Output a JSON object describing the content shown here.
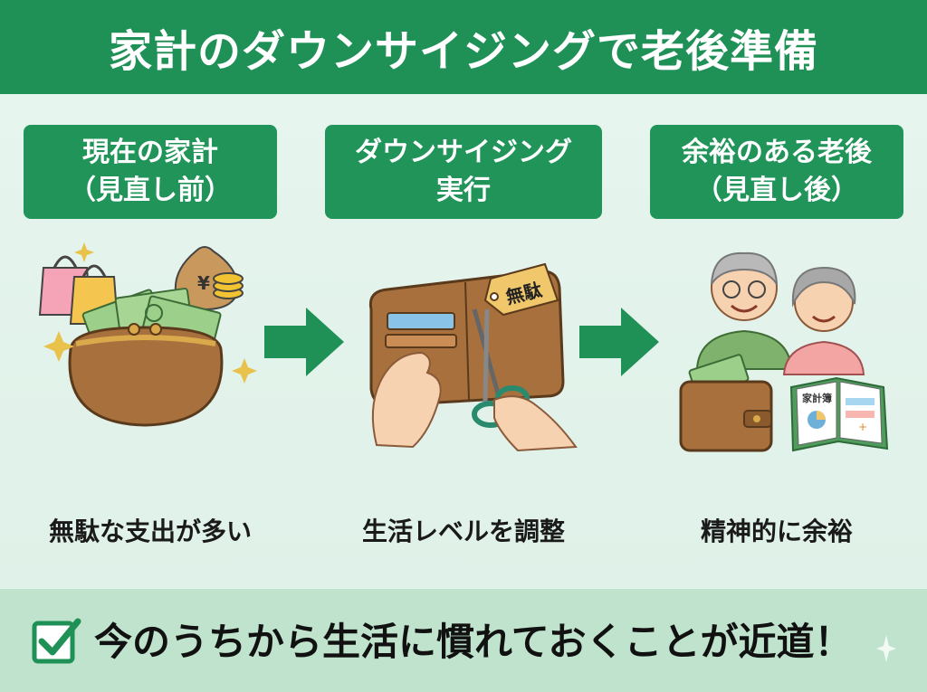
{
  "title": "家計のダウンサイジングで老後準備",
  "steps": [
    {
      "label_line1": "現在の家計",
      "label_line2": "（見直し前）",
      "caption": "無駄な支出が多い"
    },
    {
      "label_line1": "ダウンサイジング",
      "label_line2": "実行",
      "caption": "生活レベルを調整"
    },
    {
      "label_line1": "余裕のある老後",
      "label_line2": "（見直し後）",
      "caption": "精神的に余裕"
    }
  ],
  "tag_text": "無駄",
  "book_text": "家計簿",
  "bottom_message": "今のうちから生活に慣れておくことが近道！",
  "colors": {
    "primary_green": "#1f9157",
    "label_green": "#21945a",
    "background": "#e4f4ec",
    "bottom_background": "#bfe3cd"
  }
}
